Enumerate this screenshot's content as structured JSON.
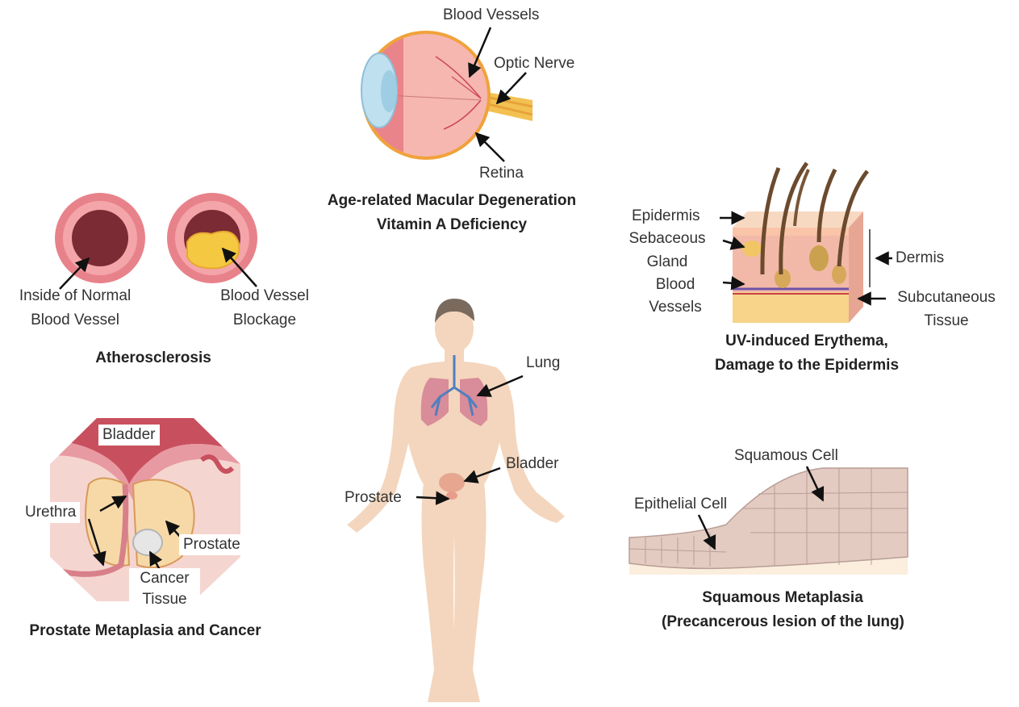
{
  "eye": {
    "blood_vessels": "Blood Vessels",
    "optic_nerve": "Optic Nerve",
    "retina": "Retina",
    "title_line1": "Age-related Macular Degeneration",
    "title_line2": "Vitamin A Deficiency"
  },
  "athero": {
    "normal_line1": "Inside of Normal",
    "normal_line2": "Blood Vessel",
    "blockage_line1": "Blood Vessel",
    "blockage_line2": "Blockage",
    "title": "Atherosclerosis"
  },
  "skin": {
    "epidermis": "Epidermis",
    "sebaceous_line1": "Sebaceous",
    "sebaceous_line2": "Gland",
    "blood_line1": "Blood",
    "blood_line2": "Vessels",
    "dermis": "Dermis",
    "subcut_line1": "Subcutaneous",
    "subcut_line2": "Tissue",
    "title_line1": "UV-induced Erythema,",
    "title_line2": "Damage to the Epidermis"
  },
  "body": {
    "lung": "Lung",
    "bladder": "Bladder",
    "prostate": "Prostate"
  },
  "prostate": {
    "bladder": "Bladder",
    "urethra": "Urethra",
    "prostate": "Prostate",
    "cancer_line1": "Cancer",
    "cancer_line2": "Tissue",
    "title": "Prostate Metaplasia and Cancer"
  },
  "squamous": {
    "squamous_cell": "Squamous Cell",
    "epithelial_cell": "Epithelial Cell",
    "title_line1": "Squamous Metaplasia",
    "title_line2": "(Precancerous lesion of the lung)"
  },
  "colors": {
    "vessel_outer": "#e8828a",
    "vessel_lumen": "#7a2b34",
    "plaque": "#f5c842",
    "skin_tone": "#f3d6bd",
    "lung": "#d98c99",
    "airway": "#4f7fc1"
  }
}
